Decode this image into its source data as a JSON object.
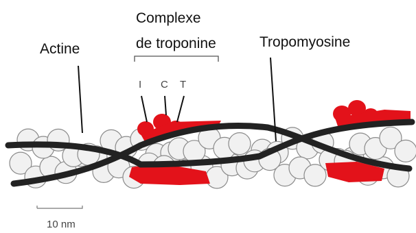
{
  "labels": {
    "actine": "Actine",
    "complexe_line1": "Complexe",
    "complexe_line2": "de troponine",
    "tropomyosine": "Tropomyosine",
    "subunit_i": "I",
    "subunit_c": "C",
    "subunit_t": "T",
    "scale": "10 nm"
  },
  "colors": {
    "background": "#ffffff",
    "actin_fill": "#f1f1f1",
    "actin_stroke": "#8a8a8a",
    "troponin": "#e3121a",
    "tropomyosin": "#222222",
    "text": "#111111"
  }
}
